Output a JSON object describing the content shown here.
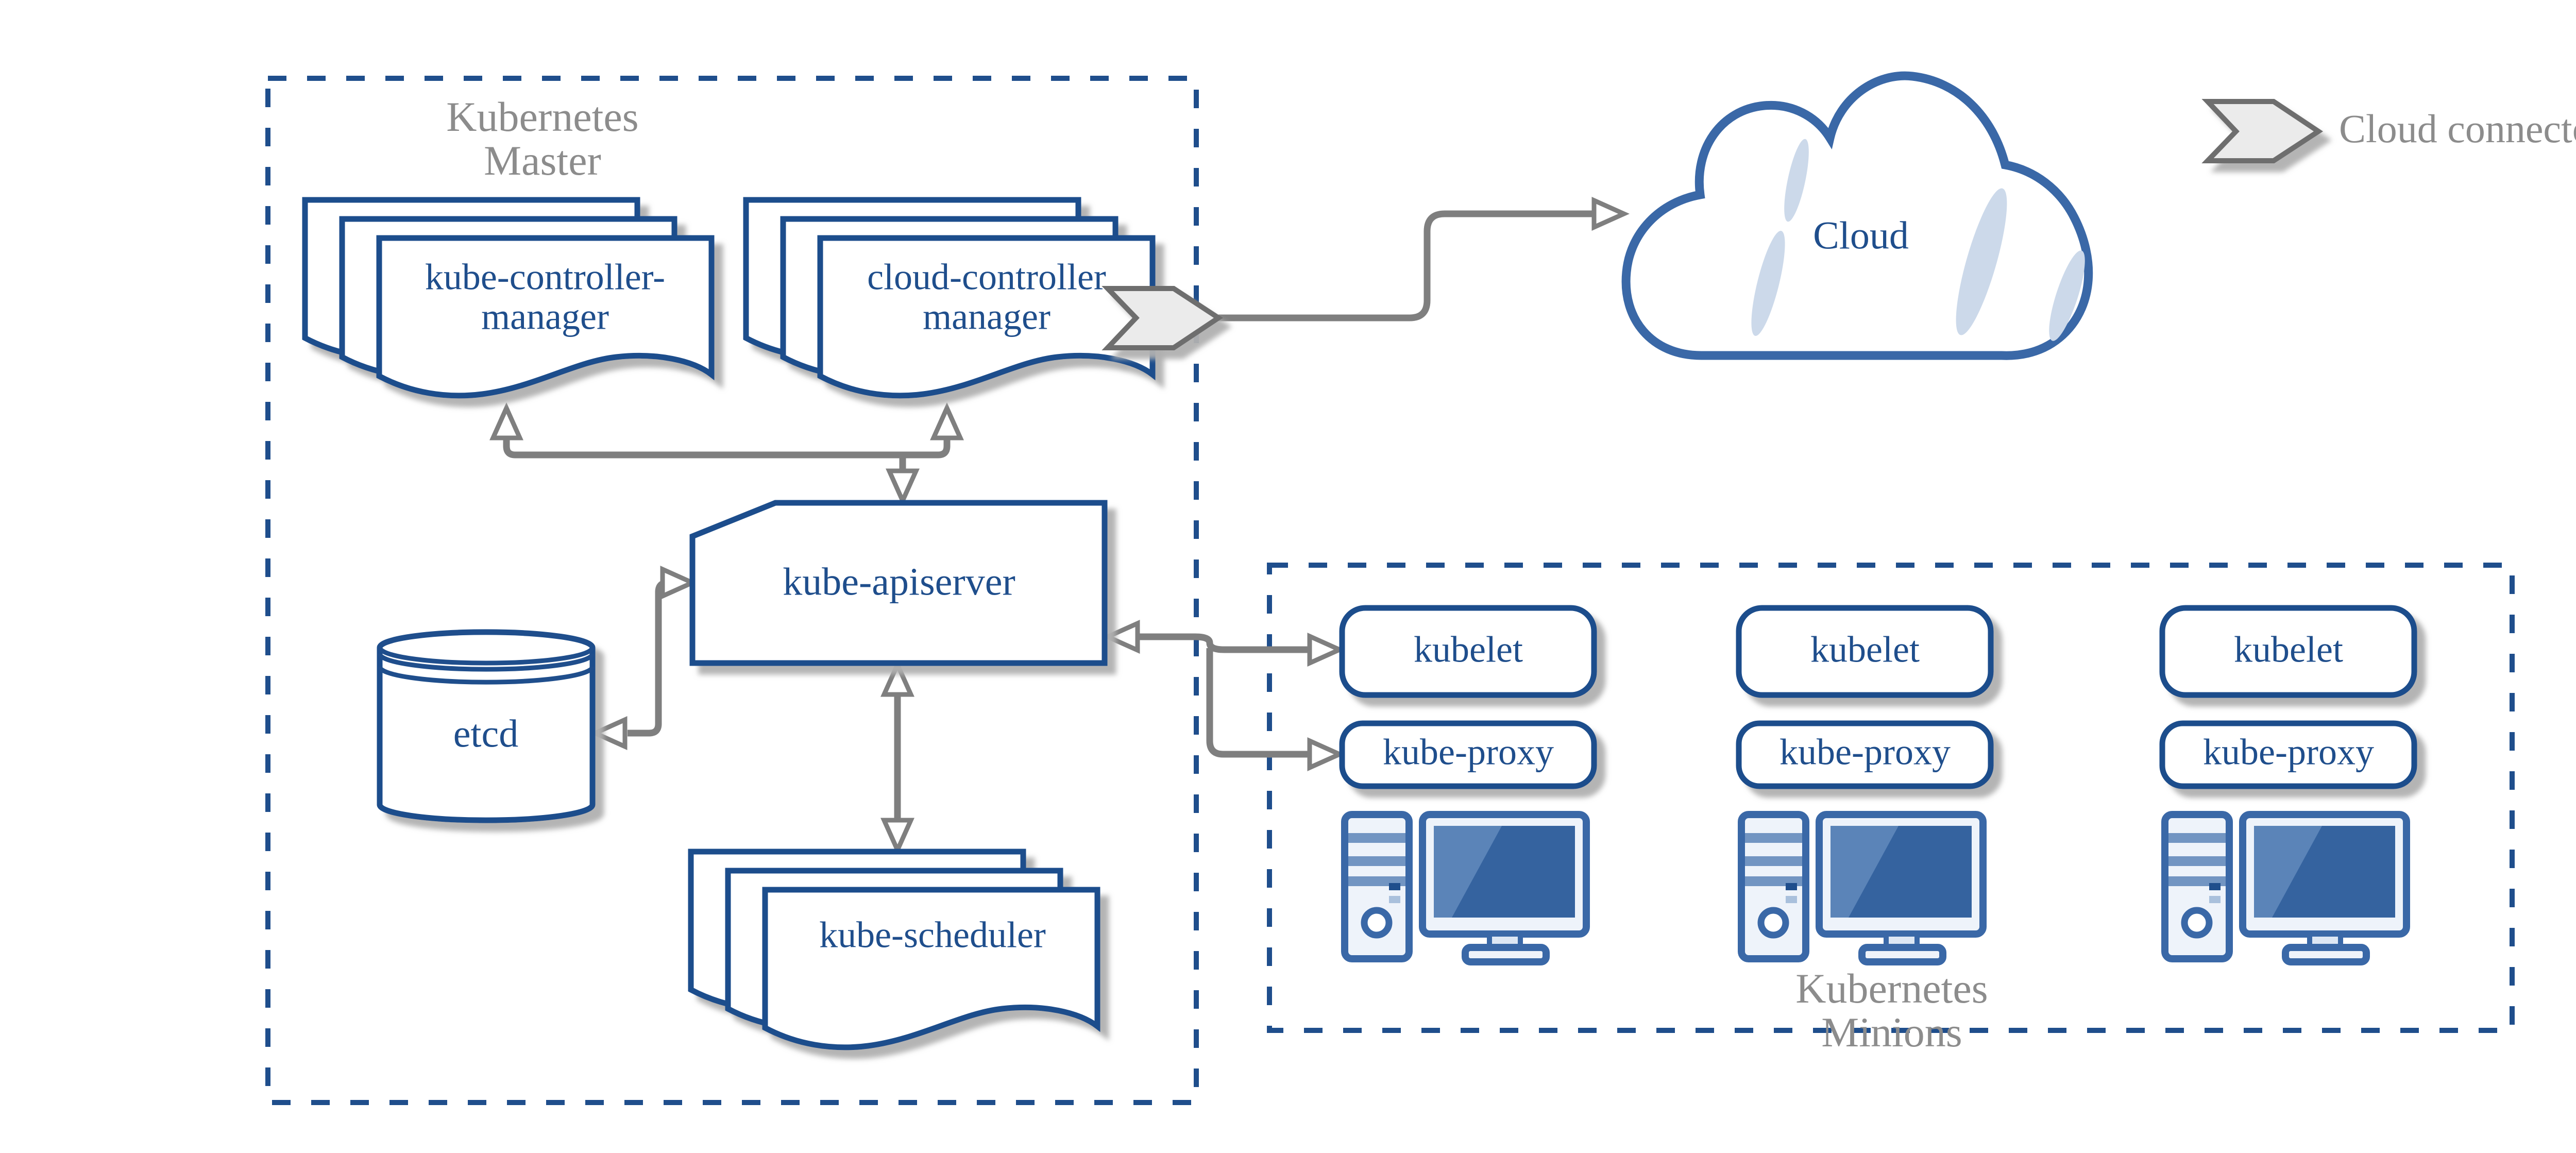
{
  "master": {
    "title_line1": "Kubernetes",
    "title_line2": "Master",
    "kube_controller_manager_line1": "kube-controller-",
    "kube_controller_manager_line2": "manager",
    "cloud_controller_manager_line1": "cloud-controller",
    "cloud_controller_manager_line2": "manager",
    "kube_apiserver": "kube-apiserver",
    "etcd": "etcd",
    "kube_scheduler": "kube-scheduler"
  },
  "minions": {
    "title_line1": "Kubernetes",
    "title_line2": "Minions",
    "nodes": [
      {
        "kubelet": "kubelet",
        "kube_proxy": "kube-proxy"
      },
      {
        "kubelet": "kubelet",
        "kube_proxy": "kube-proxy"
      },
      {
        "kubelet": "kubelet",
        "kube_proxy": "kube-proxy"
      }
    ]
  },
  "cloud": {
    "label": "Cloud"
  },
  "legend": {
    "label": "Cloud connector"
  },
  "colors": {
    "node_border_blue": "#1f4e8c",
    "node_text_blue": "#1f4e8c",
    "icon_blue": "#3a68a7",
    "icon_bar_blue": "#7295c2",
    "screen_blue": "#35639f",
    "screen_glare_blue": "#5b84b8",
    "icon_light_fill": "#eef3fa",
    "cloud_streak": "#ccd9ea",
    "section_label_gray": "#8c8c8c",
    "connector_gray": "#7f7f7f",
    "chevron_fill": "#ebebeb",
    "chevron_outline": "#6e6e6e",
    "shadow_gray": "#b0b0b0",
    "background": "#ffffff"
  }
}
